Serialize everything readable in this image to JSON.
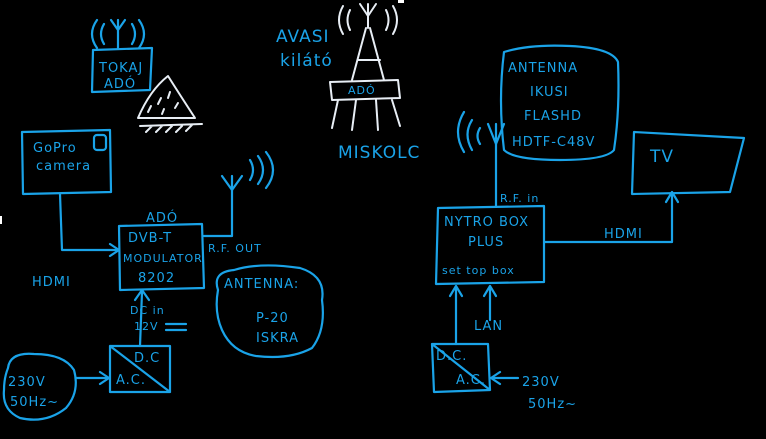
{
  "left": {
    "tower": {
      "line1": "TOKAJ",
      "line2": "ADÓ"
    },
    "camera": {
      "line1": "GoPro",
      "line2": "camera"
    },
    "modulator": {
      "title": "ADÓ",
      "line1": "DVB-T",
      "line2": "MODULATOR",
      "line3": "8202"
    },
    "rf_out": "R.F. OUT",
    "hdmi": "HDMI",
    "antenna": {
      "line1": "ANTENNA:",
      "line2": "P-20",
      "line3": "ISKRA"
    },
    "dc_in": {
      "line1": "DC in",
      "line2": "12V"
    },
    "converter": {
      "top": "D.C",
      "bottom": "A.C."
    },
    "mains": {
      "line1": "230V",
      "line2": "50Hz~"
    }
  },
  "middle": {
    "tower": {
      "line1": "AVASI",
      "line2": "kilátó",
      "base": "ADÓ"
    },
    "city": "MISKOLC"
  },
  "right": {
    "antenna": {
      "line1": "ANTENNA",
      "line2": "IKUSI",
      "line3": "FLASHD",
      "line4": "HDTF-C48V"
    },
    "rf_in": "R.F. in",
    "box": {
      "line1": "NYTRO BOX",
      "line2": "PLUS",
      "line3": "set top box"
    },
    "hdmi": "HDMI",
    "tv": "TV",
    "lan": "LAN",
    "converter": {
      "top": "D.C.",
      "bottom": "A.C."
    },
    "mains": {
      "line1": "230V",
      "line2": "50Hz~"
    }
  },
  "colors": {
    "ink": "#1aa3e8",
    "chalk": "#e8eef5",
    "background": "#000000"
  }
}
